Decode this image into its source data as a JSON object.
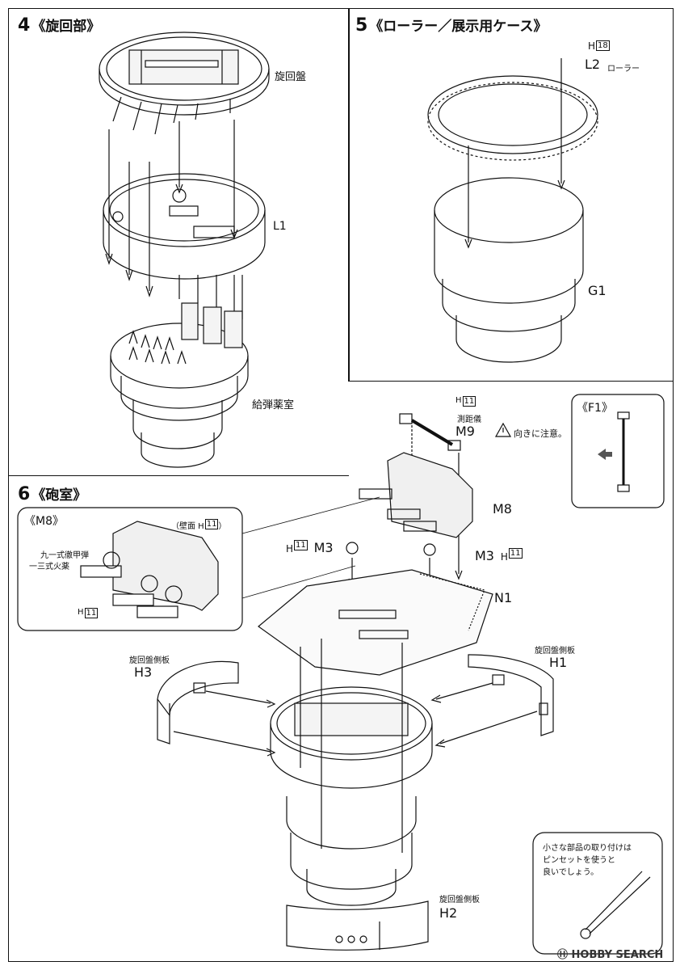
{
  "section4": {
    "number": "4",
    "title": "《旋回部》",
    "label_turntable": "旋回盤",
    "label_L1": "L1",
    "label_magazine": "給弾薬室"
  },
  "section5": {
    "number": "5",
    "title": "《ローラー／展示用ケース》",
    "label_H": "H",
    "label_H_num": "18",
    "label_L2": "L2",
    "label_roller": "ローラー",
    "label_G1": "G1"
  },
  "section6": {
    "number": "6",
    "title": "《砲室》",
    "M8_box_title": "《M8》",
    "wall_label": "（壁面 H",
    "wall_num": "11",
    "wall_close": "）",
    "shell_label": "九一式徹甲弾",
    "charge_label": "一三式火薬",
    "h11_a": "H",
    "h11_a_num": "11",
    "rangefinder_H": "H",
    "rangefinder_H_num": "11",
    "rangefinder_label": "測距儀",
    "M9": "M9",
    "caution": "向きに注意。",
    "F1_label": "《F1》",
    "M8": "M8",
    "M3_left_H": "H",
    "M3_left_num": "11",
    "M3_left": "M3",
    "M3_right": "M3",
    "M3_right_H": "H",
    "M3_right_num": "11",
    "N1": "N1",
    "H3_label": "旋回盤側板",
    "H3": "H3",
    "H1_label": "旋回盤側板",
    "H1": "H1",
    "H2_label": "旋回盤側板",
    "H2": "H2",
    "tip_line1": "小さな部品の取り付けは",
    "tip_line2": "ピンセットを使うと",
    "tip_line3": "良いでしょう。",
    "watermark": "HOBBY SEARCH"
  },
  "colors": {
    "line": "#111111",
    "panel_bg": "#ffffff"
  }
}
